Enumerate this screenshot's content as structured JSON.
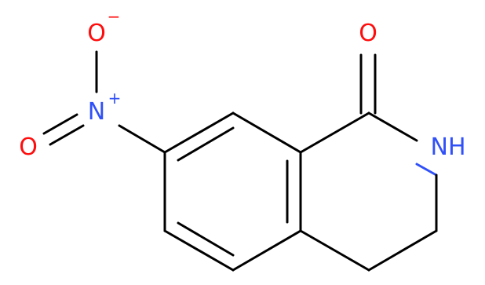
{
  "molecule": {
    "atoms": {
      "carbonyl_oxygen": "O",
      "amide_nitrogen": "NH",
      "nitro_nitrogen": "N",
      "nitro_nitrogen_charge": "+",
      "nitro_oxygen_top": "O",
      "nitro_oxygen_top_charge": "−",
      "nitro_oxygen_left": "O"
    },
    "colors": {
      "bond": "#000000",
      "oxygen": "#ff0d0d",
      "nitrogen": "#3050f8"
    }
  }
}
